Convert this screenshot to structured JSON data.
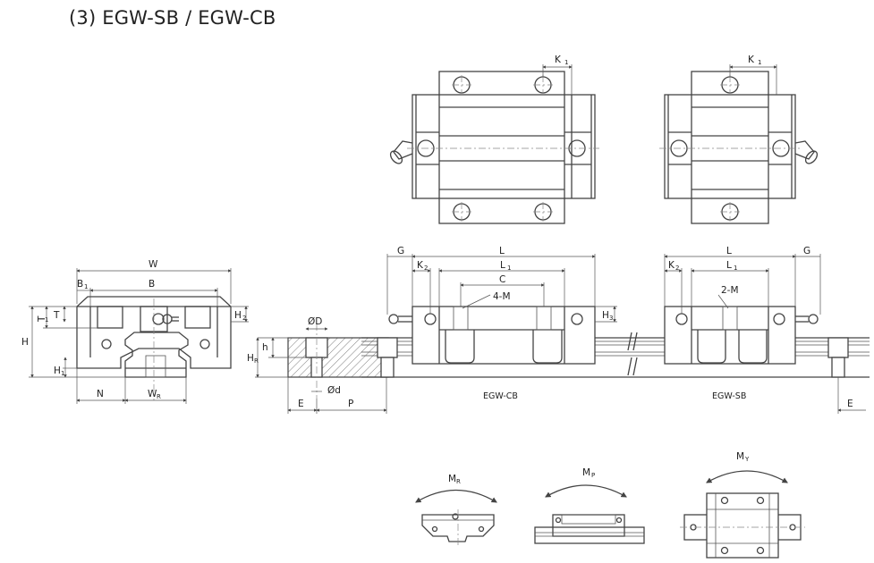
{
  "title": "(3) EGW-SB / EGW-CB",
  "labels": {
    "W": "W",
    "B": "B",
    "B1": "B",
    "B1_sub": "1",
    "T": "T",
    "T1": "T",
    "T1_sub": "1",
    "H": "H",
    "H1": "H",
    "H1_sub": "1",
    "H2": "H",
    "H2_sub": "2",
    "N": "N",
    "WR": "W",
    "WR_sub": "R",
    "phiD": "ØD",
    "phid": "Ød",
    "h": "h",
    "HR": "H",
    "HR_sub": "R",
    "E": "E",
    "P": "P",
    "G": "G",
    "L": "L",
    "L1": "L",
    "L1_sub": "1",
    "K2": "K",
    "K2_sub": "2",
    "C": "C",
    "4M": "4-M",
    "2M": "2-M",
    "H3": "H",
    "H3_sub": "3",
    "K1": "K",
    "K1_sub": "1",
    "MR": "M",
    "MR_sub": "R",
    "MP": "M",
    "MP_sub": "P",
    "MY": "M",
    "MY_sub": "Y"
  },
  "captions": {
    "cb": "EGW-CB",
    "sb": "EGW-SB"
  },
  "colors": {
    "line": "#444444",
    "hatch": "#666666",
    "text": "#222222"
  }
}
